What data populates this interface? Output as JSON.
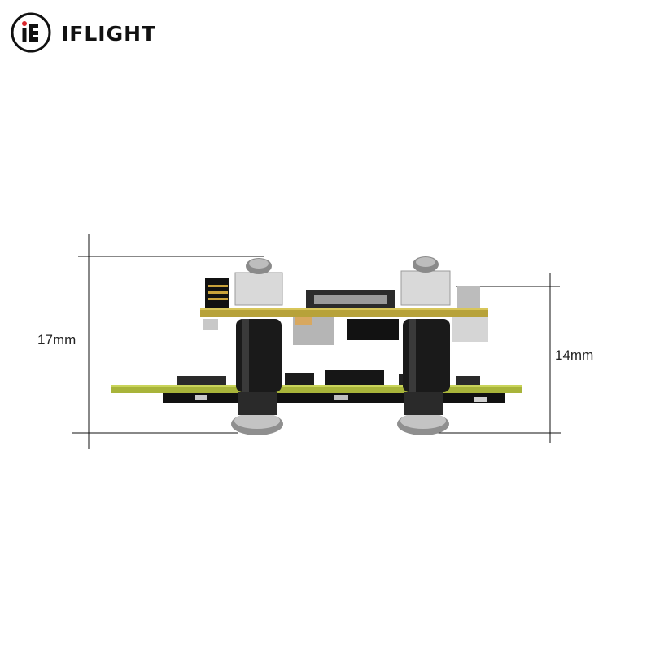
{
  "logo": {
    "brand_text": "IFLIGHT",
    "mark_icon": "iflight-logo-icon",
    "colors": {
      "ring": "#111111",
      "accent": "#d9262c"
    }
  },
  "dimensions": {
    "total_height": "17mm",
    "stack_height": "14mm"
  },
  "colors": {
    "pcb_top": "#b7a23a",
    "pcb_bottom": "#a8b43a",
    "standoff": "#1a1a1a",
    "grommet": "#d6d6d6",
    "line": "#111111"
  }
}
